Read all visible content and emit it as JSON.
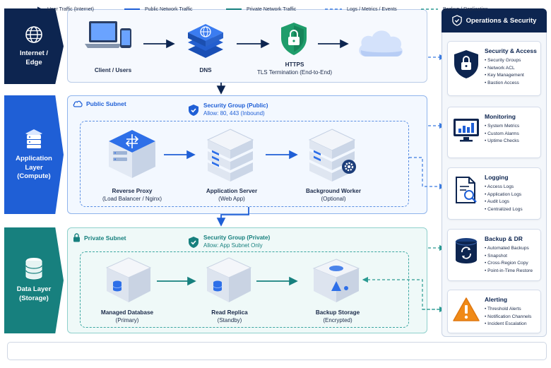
{
  "layers": {
    "edge": "Internet /\nEdge",
    "app": "Application\nLayer\n(Compute)",
    "data": "Data Layer\n(Storage)"
  },
  "edge_nodes": {
    "client": "Client / Users",
    "dns": "DNS",
    "https_title": "HTTPS",
    "https_sub": "TLS Termination (End-to-End)"
  },
  "public": {
    "title": "Public Subnet",
    "sg_title": "Security Group (Public)",
    "sg_sub": "Allow: 80, 443 (Inbound)",
    "proxy_title": "Reverse Proxy",
    "proxy_sub": "(Load Balancer / Nginx)",
    "app_title": "Application Server",
    "app_sub": "(Web App)",
    "worker_title": "Background Worker",
    "worker_sub": "(Optional)"
  },
  "private": {
    "title": "Private Subnet",
    "sg_title": "Security Group (Private)",
    "sg_sub": "Allow: App Subnet Only",
    "db_title": "Managed Database",
    "db_sub": "(Primary)",
    "replica_title": "Read Replica",
    "replica_sub": "(Standby)",
    "backup_title": "Backup Storage",
    "backup_sub": "(Encrypted)"
  },
  "ops": {
    "header": "Operations & Security",
    "cards": [
      {
        "title": "Security & Access",
        "icon": "lock-shield-icon",
        "items": [
          "Security Groups",
          "Network ACL",
          "Key Management",
          "Bastion Access"
        ]
      },
      {
        "title": "Monitoring",
        "icon": "monitor-chart-icon",
        "items": [
          "System Metrics",
          "Custom Alarms",
          "Uptime Checks"
        ]
      },
      {
        "title": "Logging",
        "icon": "log-search-icon",
        "items": [
          "Access Logs",
          "Application Logs",
          "Audit Logs",
          "Centralized Logs"
        ]
      },
      {
        "title": "Backup & DR",
        "icon": "backup-db-icon",
        "items": [
          "Automated Backups",
          "Snapshot",
          "Cross-Region Copy",
          "Point-in-Time Restore"
        ]
      },
      {
        "title": "Alerting",
        "icon": "warning-icon",
        "items": [
          "Threshold Alerts",
          "Notification Channels",
          "Incident Escalation"
        ]
      }
    ]
  },
  "legend": {
    "user": "User Traffic (Internet)",
    "public": "Public Network Traffic",
    "private": "Private Network Traffic",
    "logs": "Logs / Metrics / Events",
    "backup": "Backup / Replication"
  },
  "colors": {
    "navy": "#0d2550",
    "blue": "#1f5fd6",
    "teal": "#17807e",
    "public_bg": "#f3f8ff",
    "private_bg": "#eff9f8"
  }
}
